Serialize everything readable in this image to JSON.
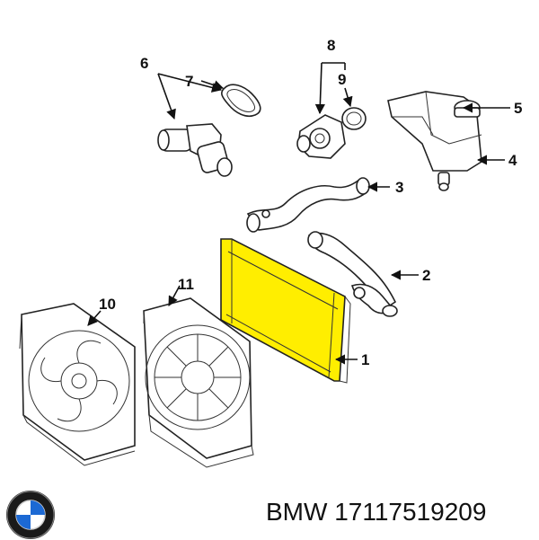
{
  "callouts": {
    "c1": "1",
    "c2": "2",
    "c3": "3",
    "c4": "4",
    "c5": "5",
    "c6": "6",
    "c7": "7",
    "c8": "8",
    "c9": "9",
    "c10": "10",
    "c11": "11"
  },
  "caption": {
    "brand": "BMW",
    "part_number": "17117519209"
  },
  "highlight_color": "#ffee00",
  "logo": {
    "name": "bmw-logo",
    "blue": "#1c69d4"
  }
}
